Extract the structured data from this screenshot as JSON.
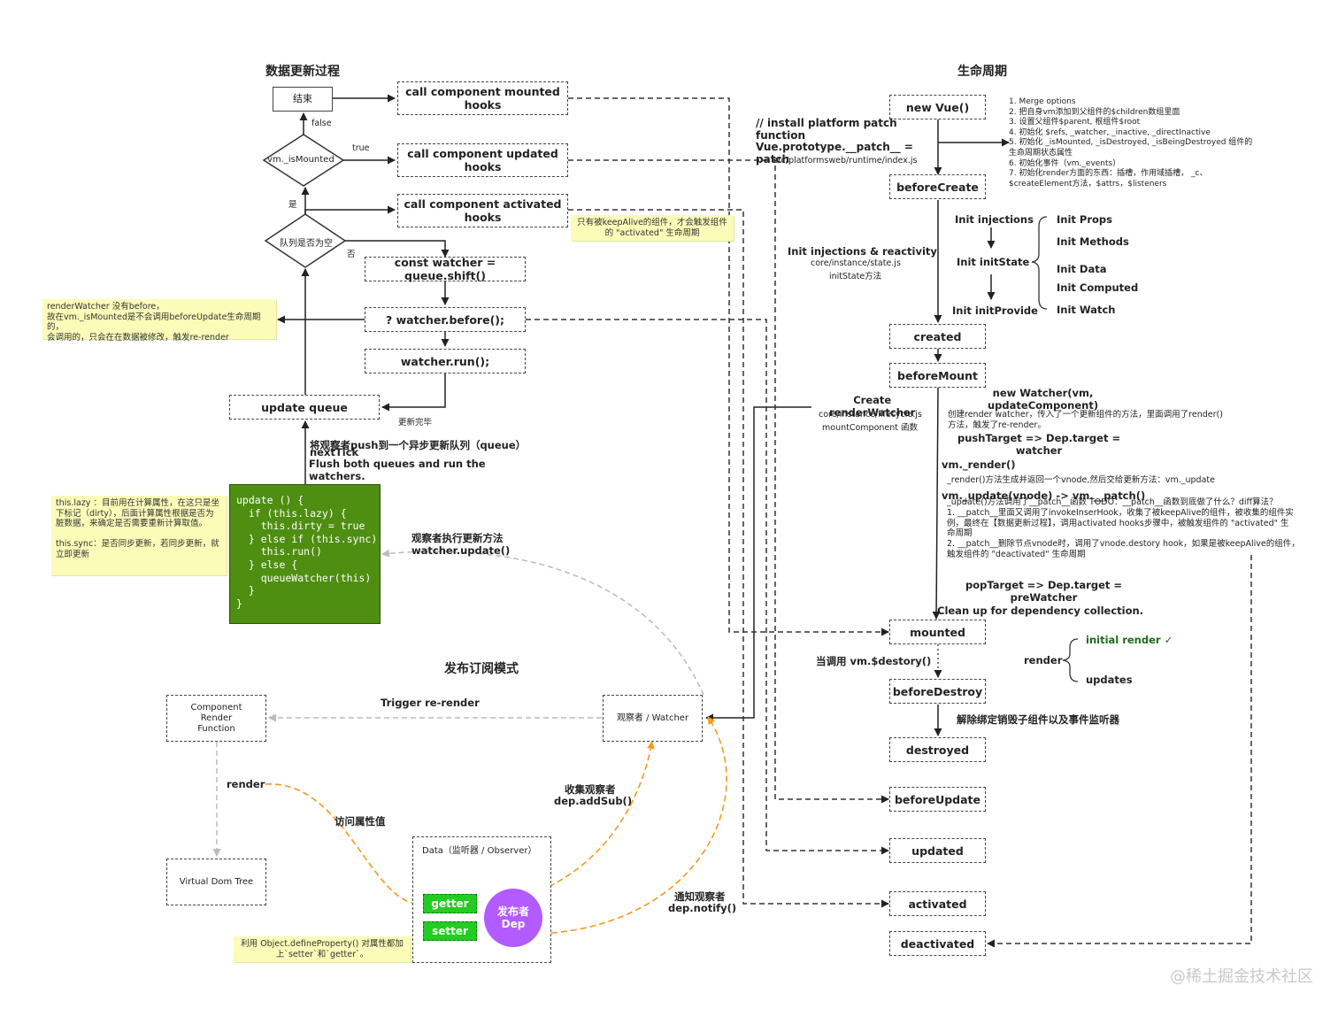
{
  "headings": {
    "data_update": "数据更新过程",
    "lifecycle": "生命周期",
    "pubsub": "发布订阅模式"
  },
  "flow": {
    "end": "结束",
    "is_mounted": "vm._isMounted",
    "queue_empty": "队列是否为空",
    "label_false": "false",
    "label_true": "true",
    "label_yes": "是",
    "label_no": "否",
    "mounted_hooks": "call component mounted hooks",
    "updated_hooks": "call component updated hooks",
    "activated_hooks": "call component activated hooks",
    "shift": "const watcher = queue.shift()",
    "before": "? watcher.before();",
    "run": "watcher.run();",
    "update_queue": "update queue",
    "update_done": "更新完毕",
    "push_queue": "将观察者push到一个异步更新队列（queue）",
    "next_tick": "nextTick",
    "flush": "Flush both queues and run the\nwatchers.",
    "watcher_update_cn": "观察者执行更新方法",
    "watcher_update": "watcher.update()"
  },
  "notes": {
    "keepalive": "只有被keepAlive的组件，才会触发组件\n的 \"activated\" 生命周期",
    "render_watcher": "renderWatcher 没有before，\n故在vm._isMounted是不会调用beforeUpdate生命周期\n的，\n会调用的，只会在在数据被修改，触发re-render",
    "lazy": "this.lazy ：目前用在计算属性，在这只是坐\n下标记（dirty），后面计算属性根据是否为\n脏数据，来确定是否需要重新计算取值。\n\nthis.sync：是否同步更新，若同步更新，就\n立即更新",
    "define_property": "利用 Object.defineProperty() 对属性都加\n上`setter`和`getter`。"
  },
  "code": "update () {\n  if (this.lazy) {\n    this.dirty = true\n  } else if (this.sync) {\n    this.run()\n  } else {\n    queueWatcher(this)\n  }\n}",
  "pubsub": {
    "component_render": "Component\nRender\nFunction",
    "virtual_dom": "Virtual Dom Tree",
    "watcher": "观察者 / Watcher",
    "observer": "Data（监听器 / Observer）",
    "getter": "getter",
    "setter": "setter",
    "dep_line1": "发布者",
    "dep_line2": "Dep",
    "trigger": "Trigger re-render",
    "render": "render",
    "access_prop": "访问属性值",
    "collect_cn": "收集观察者",
    "collect": "dep.addSub()",
    "notify_cn": "通知观察者",
    "notify": "dep.notify()"
  },
  "lifecycle": {
    "new_vue": "new Vue()",
    "before_create": "beforeCreate",
    "created": "created",
    "before_mount": "beforeMount",
    "mounted": "mounted",
    "before_destroy": "beforeDestroy",
    "destroyed": "destroyed",
    "before_update": "beforeUpdate",
    "updated": "updated",
    "activated": "activated",
    "deactivated": "deactivated",
    "install_patch": "// install platform patch\nfunction\nVue.prototype.__patch__ =\npatch",
    "install_patch_path": "src/platformsweb/runtime/index.js",
    "merge_list": "1. Merge options\n2. 把自身vm添加到父组件的$children数组里面\n3. 设置父组件$parent, 根组件$root\n4. 初始化 $refs, _watcher, _inactive, _directInactive\n5. 初始化 _isMounted, _isDestroyed, _isBeingDestroyed 组件的\n生命周期状态属性\n6. 初始化事件（vm._events）\n7. 初始化render方面的东西：插槽，作用域插槽， _c、\n$createElement方法，$attrs，$listeners",
    "init_injections": "Init injections",
    "init_state": "Init initState",
    "init_provide": "Init initProvide",
    "init_props": "Init Props",
    "init_methods": "Init Methods",
    "init_data": "Init Data",
    "init_computed": "Init Computed",
    "init_watch": "Init Watch",
    "init_reactivity": "Init injections & reactivity",
    "state_path": "core/instance/state.js",
    "init_state_method": "initState方法",
    "create_render_watcher": "Create\nrenderWatcher",
    "lifecycle_path": "core/instance/lifecycle.js",
    "mount_component": "mountComponent 函数",
    "new_watcher": "new Watcher(vm,\nupdateComponent)",
    "new_watcher_desc": "创建render watcher，传入了一个更新组件的方法，里面调用了render()\n方法，触发了re-render。",
    "push_target": "pushTarget => Dep.target =\nwatcher",
    "vm_render": "vm._render()",
    "vm_render_desc": "_render()方法生成并返回一个vnode,然后交给更新方法：vm._update",
    "vm_update": "vm._update(vnode) -> vm.__patch()",
    "vm_update_desc": "_update()方法调用了__patch__函数 TODO：__patch__函数到底做了什么？diff算法？\n1. __patch__里面又调用了invokeInserHook，收集了被keepAlive的组件，被收集的组件实\n例，最终在【数据更新过程】，调用activated hooks步骤中，被触发组件的 \"activated\" 生\n命周期\n2. __patch__删除节点vnode时，调用了vnode.destory hook，如果是被keepAlive的组件，\n触发组件的 \"deactivated\" 生命周期",
    "pop_target": "popTarget => Dep.target =\npreWatcher",
    "clean_up": "Clean up for dependency collection.",
    "destroy_call": "当调用 vm.$destory()",
    "unbind": "解除绑定销毁子组件以及事件监听器",
    "render_label": "render",
    "initial_render": "initial render ✓",
    "updates": "updates"
  },
  "watermark": "@稀土掘金技术社区",
  "colors": {
    "code_bg": "#4e8e11",
    "note_bg": "#fafcb8",
    "pill": "#22cc22",
    "dep": "#b25bff",
    "orange_arrow": "#f39a1f",
    "gray_arrow": "#bbbbbb",
    "initial_render": "#1b6b1b"
  }
}
